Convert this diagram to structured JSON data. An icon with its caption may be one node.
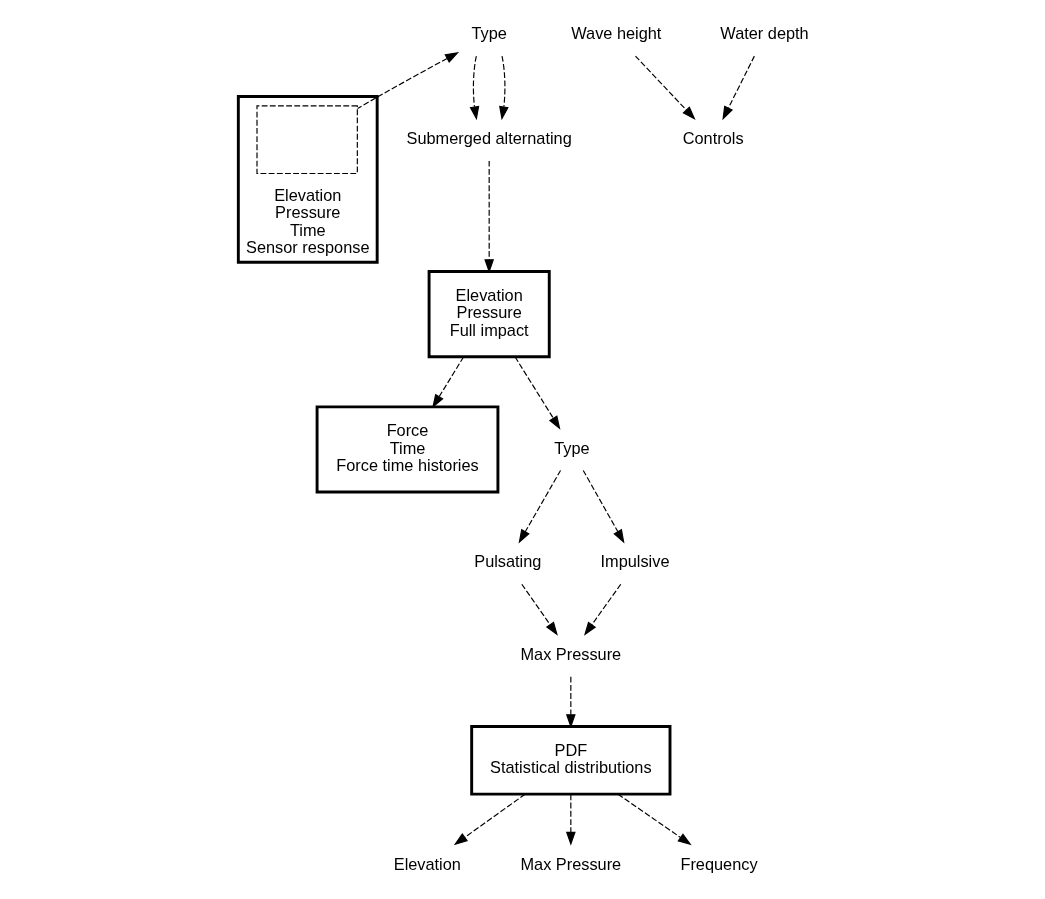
{
  "diagram": {
    "nodes": [
      {
        "text": [
          "Elevation",
          "Pressure",
          "Time",
          "Sensor response"
        ]
      },
      {
        "text": [],
        "shape": "box",
        "in": 0
      },
      {
        "text": [
          "Type"
        ]
      },
      {
        "text": [
          "Submerged alternating"
        ]
      },
      {
        "text": [
          "Elevation",
          "Pressure",
          "Full impact"
        ]
      },
      {
        "text": [
          "Force",
          "Time",
          "Force time histories"
        ]
      },
      {
        "text": [
          "PDF",
          "Statistical distributions"
        ]
      },
      {
        "text": [
          "Elevation"
        ]
      },
      {
        "text": [
          "Max Pressure"
        ]
      },
      {
        "text": [
          "Frequency"
        ]
      },
      {
        "text": [
          "Type"
        ]
      },
      {
        "text": [
          "Pulsating"
        ]
      },
      {
        "text": [
          "Impulsive"
        ]
      },
      {
        "text": [
          "Max Pressure"
        ]
      },
      {
        "text": [
          "Wave height"
        ]
      },
      {
        "text": [
          "Controls"
        ]
      },
      {
        "text": [
          "Water depth"
        ]
      }
    ],
    "edges": [
      {
        "from": 1,
        "to": 2,
        "arrow": "to",
        "style": "dashed"
      },
      {
        "from": 2,
        "to": 3,
        "arrow": "to",
        "style": "dashed"
      },
      {
        "from": 2,
        "to": 3,
        "arrow": "to",
        "style": "dashed"
      },
      {
        "from": 3,
        "to": 4,
        "arrow": "to",
        "style": "dashed"
      },
      {
        "from": 4,
        "to": 5,
        "arrow": "to",
        "style": "dashed"
      },
      {
        "from": 4,
        "to": 10,
        "arrow": "to",
        "style": "dashed"
      },
      {
        "from": 10,
        "to": 11,
        "arrow": "to",
        "style": "dashed"
      },
      {
        "from": 10,
        "to": 12,
        "arrow": "to",
        "style": "dashed"
      },
      {
        "from": 11,
        "to": 13,
        "arrow": "to",
        "style": "dashed"
      },
      {
        "from": 12,
        "to": 13,
        "arrow": "to",
        "style": "dashed"
      },
      {
        "from": 13,
        "to": 6,
        "arrow": "to",
        "style": "dashed"
      },
      {
        "from": 6,
        "to": 7,
        "arrow": "to",
        "style": "dashed"
      },
      {
        "from": 6,
        "to": 8,
        "arrow": "to",
        "style": "dashed"
      },
      {
        "from": 6,
        "to": 9,
        "arrow": "to",
        "style": "dashed"
      },
      {
        "from": 14,
        "to": 15,
        "arrow": "to",
        "style": "dashed"
      },
      {
        "from": 16,
        "to": 15,
        "arrow": "to",
        "style": "dashed"
      }
    ]
  }
}
